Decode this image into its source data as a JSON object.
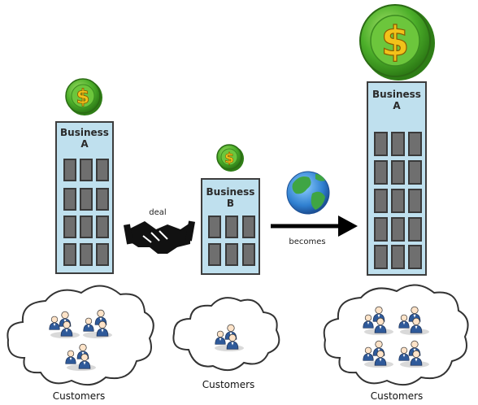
{
  "business_left": {
    "name": "Business A"
  },
  "business_b": {
    "name": "Business B"
  },
  "business_right": {
    "name": "Business A"
  },
  "deal_label": "deal",
  "becomes_label": "becomes",
  "customers_left": "Customers",
  "customers_mid": "Customers",
  "customers_right": "Customers",
  "icons": {
    "coin": "dollar-coin-icon",
    "handshake": "handshake-icon",
    "globe": "globe-icon",
    "arrow": "arrow-right-icon",
    "people": "customer-group-icon",
    "cloud": "cloud-icon"
  },
  "colors": {
    "coin_green": "#4caf2a",
    "dollar_gold": "#f2c21a",
    "building_fill": "#bfe0ee",
    "window": "#6f6f6f"
  }
}
